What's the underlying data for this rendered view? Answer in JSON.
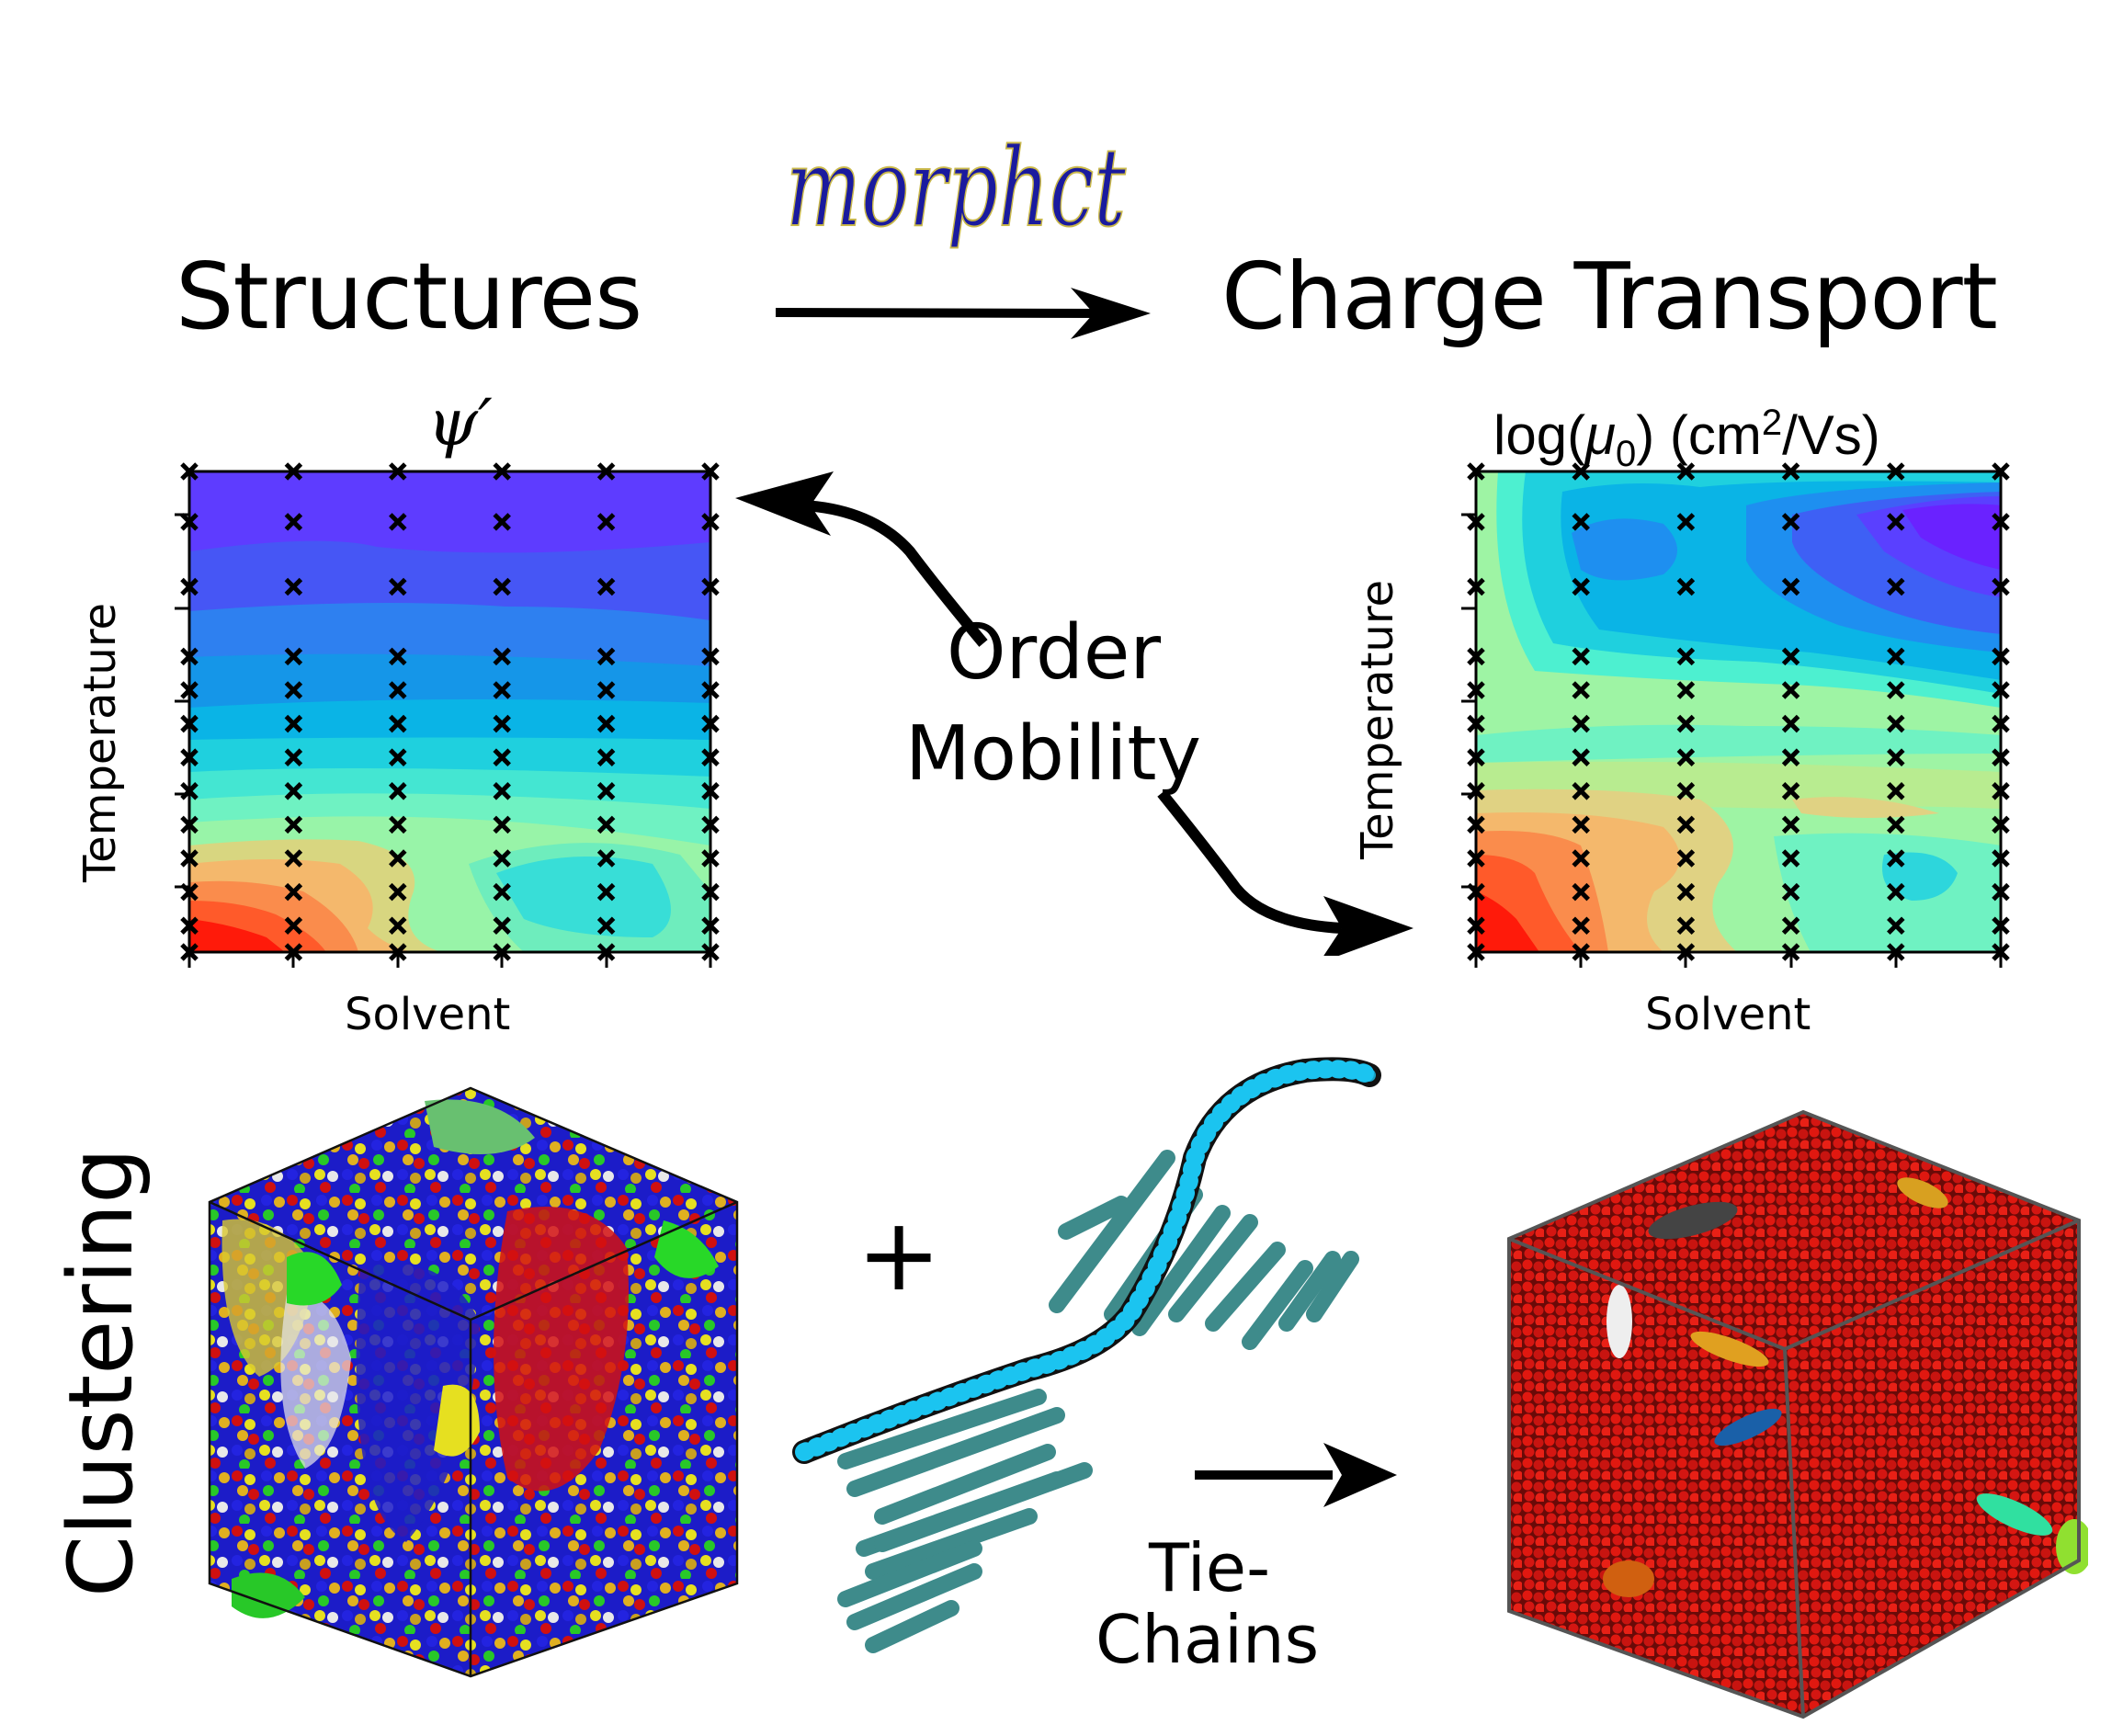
{
  "header": {
    "left_title": "Structures",
    "right_title": "Charge Transport",
    "logo_text": "morphct",
    "logo_color": "#1a1a9e"
  },
  "middle": {
    "line1": "Order",
    "line2": "Mobility"
  },
  "bottom": {
    "side_label": "Clustering",
    "plus_symbol": "+",
    "tie_line1": "Tie-",
    "tie_line2": "Chains"
  },
  "chart_data": [
    {
      "type": "heatmap",
      "title": "ψ′",
      "xlabel": "Solvent",
      "ylabel": "Temperature",
      "x_ticks": 6,
      "y_ticks": 5,
      "tick_labels": [],
      "colormap": "rainbow",
      "marker": "x",
      "marker_columns": [
        0,
        0.2,
        0.4,
        0.6,
        0.8,
        1.0
      ],
      "marker_rows": [
        0,
        0.105,
        0.24,
        0.385,
        0.455,
        0.525,
        0.595,
        0.665,
        0.735,
        0.805,
        0.875,
        0.945,
        1.0
      ],
      "description": "Low temperature / first solvent region (bottom-left) high (red); high temperature (top) low (violet)"
    },
    {
      "type": "heatmap",
      "title": "log(μ0) (cm²/Vs)",
      "title_parts": {
        "pre": "log(",
        "mu": "μ",
        "sub": "0",
        "mid": ") (cm",
        "sup": "2",
        "post": "/Vs)"
      },
      "xlabel": "Solvent",
      "ylabel": "Temperature",
      "x_ticks": 6,
      "y_ticks": 5,
      "tick_labels": [],
      "colormap": "rainbow",
      "marker": "x",
      "marker_columns": [
        0,
        0.2,
        0.4,
        0.6,
        0.8,
        1.0
      ],
      "marker_rows": [
        0,
        0.105,
        0.24,
        0.385,
        0.455,
        0.525,
        0.595,
        0.665,
        0.735,
        0.805,
        0.875,
        0.945,
        1.0
      ],
      "description": "Bottom-left high (red); top-right low (violet)"
    }
  ],
  "colors": {
    "violet": "#6a2cff",
    "blue": "#3b6cf5",
    "cyan": "#1fc8e6",
    "aqua": "#4df0d0",
    "green": "#9ef4a4",
    "yellow": "#e6d27a",
    "orange": "#fa8c4c",
    "red": "#ff1a0a",
    "tie_chain": "#1cc4f0",
    "crystallite": "#2a7f7f",
    "percolating_cluster": "#d4120f"
  }
}
